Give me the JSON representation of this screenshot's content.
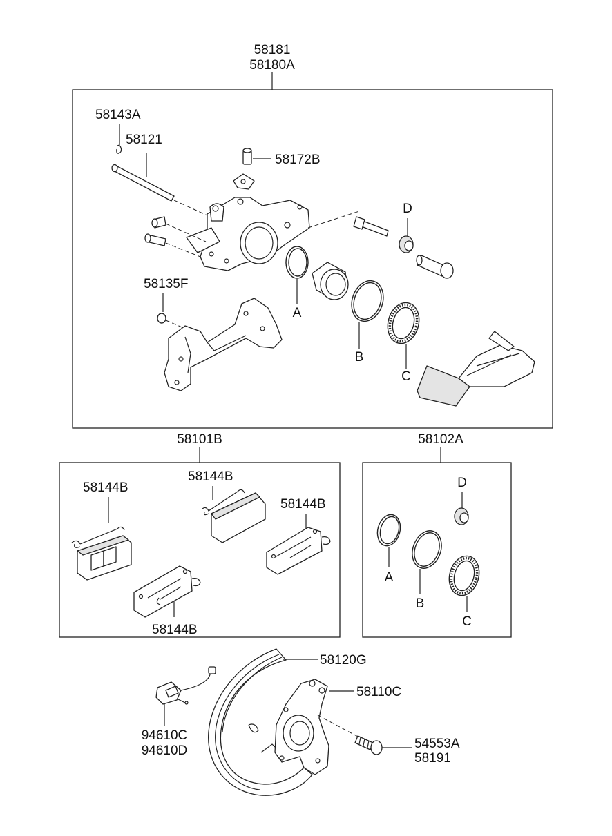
{
  "labels": {
    "caliper_assy": "58181",
    "caliper_assy_alt": "58180A",
    "bleeder_cap": "58143A",
    "guide_pin": "58121",
    "bleeder_screw": "58172B",
    "bushing": "58135F",
    "letter_a": "A",
    "letter_b": "B",
    "letter_c": "C",
    "letter_d": "D",
    "pad_kit": "58101B",
    "pad_spring_1": "58144B",
    "pad_spring_2": "58144B",
    "pad_spring_3": "58144B",
    "pad_spring_4": "58144B",
    "seal_kit": "58102A",
    "backing_plate": "58120G",
    "knuckle_bracket": "58110C",
    "bolt_1": "54553A",
    "bolt_2": "58191",
    "sensor_1": "94610C",
    "sensor_2": "94610D"
  }
}
